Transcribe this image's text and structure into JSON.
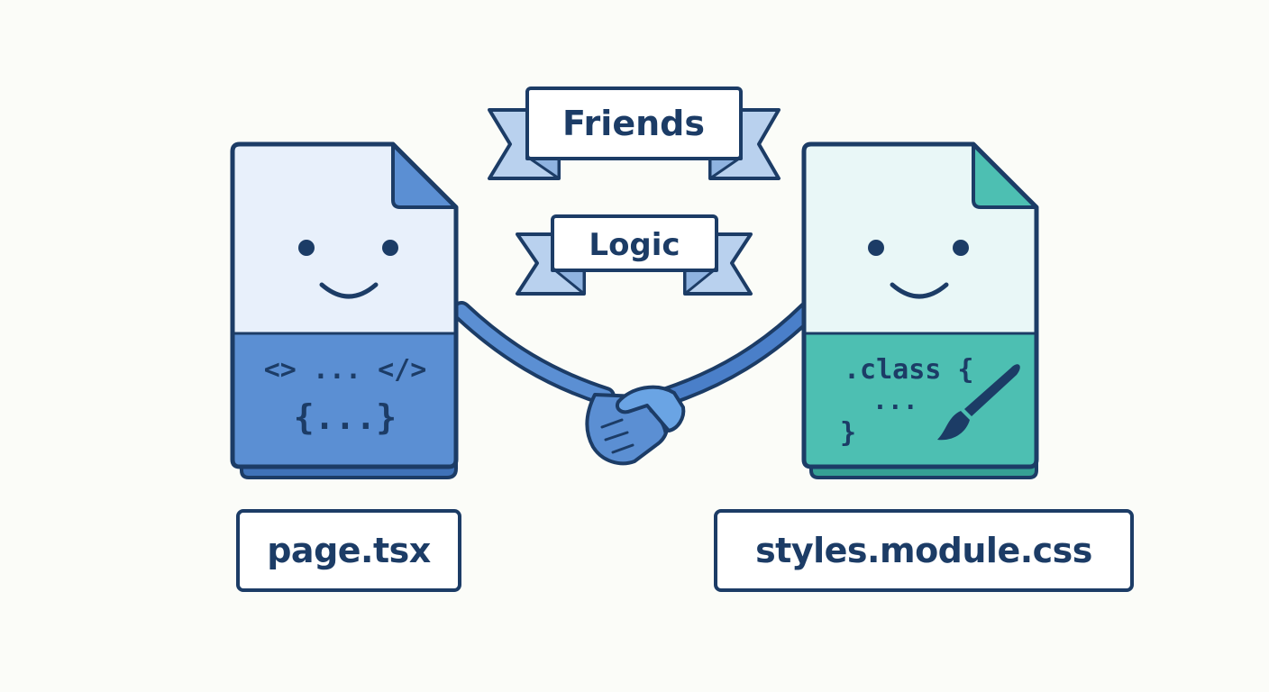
{
  "banners": {
    "top": "Friends",
    "bottom": "Logic"
  },
  "left_file": {
    "code_line1": "<> ... </>",
    "code_line2": "{...}",
    "filename": "page.tsx"
  },
  "right_file": {
    "code_line1": ".class {",
    "code_line2": "...",
    "code_line3": "}",
    "filename": "styles.module.css"
  },
  "colors": {
    "outline": "#1c3c66",
    "page_light_blue": "#e8f0fb",
    "page_blue": "#5b8fd3",
    "page_light_teal": "#e9f7f7",
    "page_teal": "#4dbfb2",
    "ribbon": "#b9d1ee"
  },
  "icons": [
    "handshake-icon",
    "paintbrush-icon"
  ]
}
